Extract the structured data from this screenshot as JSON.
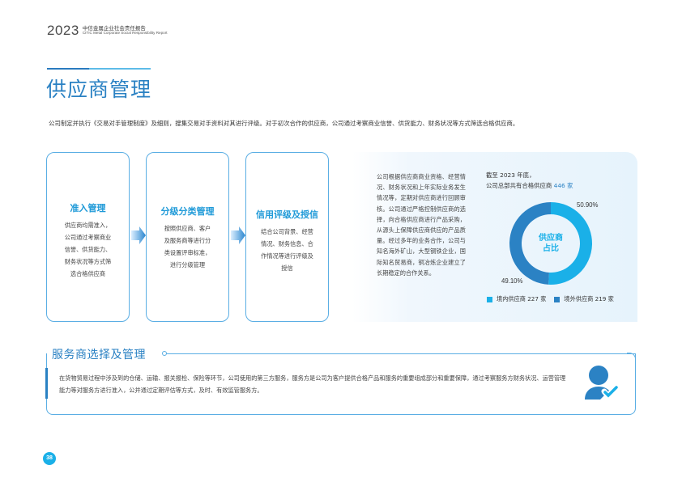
{
  "header": {
    "year": "2023",
    "title_cn": "中信金属企业社会责任报告",
    "title_en": "CITIC Metal Corporate Social Responsibility Report"
  },
  "page_title": "供应商管理",
  "intro": "公司制定并执行《交易对手管理制度》及细则，搜集交易对手资料对其进行评级。对于初次合作的供应商，公司通过考察商业信誉、供货能力、财务状况等方式筛选合格供应商。",
  "cards": [
    {
      "title": "准入管理",
      "body": [
        "供应商均需准入，",
        "公司通过考察商业",
        "信誉、供货能力、",
        "财务状况等方式筛",
        "选合格供应商"
      ]
    },
    {
      "title": "分级分类管理",
      "body": [
        "按照供应商、客户",
        "及服务商等进行分",
        "类设置评审标准，",
        "进行分级管理"
      ]
    },
    {
      "title": "信用评级及授信",
      "body": [
        "结合公司背景、经营",
        "情况、财务信息、合",
        "作情况等进行评级及",
        "授信"
      ]
    }
  ],
  "panel": {
    "text": "公司根据供应商商业资格、经营情况、财务状况和上年实际业务发生情况等，定期对供应商进行回顾审核。公司通过严格控制供应商的选择，向合格供应商进行产品采购，从源头上保障供应商供应的产品质量。经过多年的业务合作，公司与知名海外矿山，大型钢铁企业，国际知名贸易商，铜冶炼企业建立了长期稳定的合作关系。",
    "stat_line1": "截至 2023 年底，",
    "stat_line2_prefix": "公司总部共有合格供应商 ",
    "stat_value": "446 家"
  },
  "chart_data": {
    "type": "pie",
    "subtype": "donut",
    "title": "供应商占比",
    "center_label": [
      "供应商",
      "占比"
    ],
    "slices": [
      {
        "name": "境内供应商",
        "count": 227,
        "unit": "家",
        "percent": 50.9,
        "label": "50.90%",
        "color": "#1ab0e8"
      },
      {
        "name": "境外供应商",
        "count": 219,
        "unit": "家",
        "percent": 49.1,
        "label": "49.10%",
        "color": "#2b82c4"
      }
    ],
    "legend": [
      "境内供应商 227 家",
      "境外供应商 219 家"
    ],
    "legend_position": "bottom"
  },
  "service": {
    "title": "服务商选择及管理",
    "text": "在货物贸易过程中涉及到的仓储、运输、报关报检、保险等环节，公司使用的第三方服务，服务方是公司为客户提供合格产品和服务的重要组成部分和重要保障，通过考察服务方财务状况、运营管理能力等对服务方进行准入，公并通过定期评估等方式，及时、有效监管服务方。"
  },
  "page_number": "38",
  "colors": {
    "primary": "#2a81c3",
    "accent": "#1ab0e8",
    "border": "#5aaee4"
  }
}
